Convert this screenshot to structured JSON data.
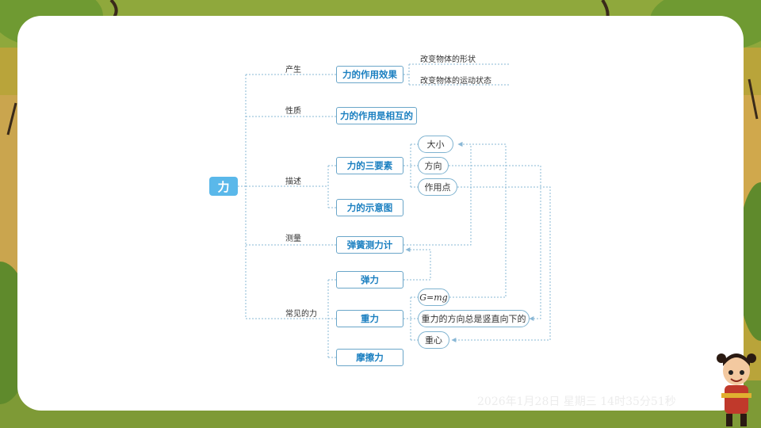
{
  "root": "力",
  "branches": {
    "produce": "产生",
    "nature": "性质",
    "describe": "描述",
    "measure": "测量",
    "common": "常见的力"
  },
  "nodes": {
    "effect": "力的作用效果",
    "mutual": "力的作用是相互的",
    "three_elements": "力的三要素",
    "schematic": "力的示意图",
    "dynamometer": "弹簧测力计",
    "elastic": "弹力",
    "gravity": "重力",
    "friction": "摩擦力"
  },
  "leaves": {
    "change_shape": "改变物体的形状",
    "change_motion": "改变物体的运动状态"
  },
  "elements": {
    "magnitude": "大小",
    "direction": "方向",
    "point": "作用点"
  },
  "gravity_details": {
    "formula": "G=mg",
    "direction_text": "重力的方向总是竖直向下的",
    "center": "重心"
  },
  "datetime": "2026年1月28日 星期三 14时35分51秒",
  "colors": {
    "accent": "#5ab8ea",
    "node_border": "#6aa6c9",
    "node_text": "#1a7fc0",
    "line": "#8ab8d6"
  }
}
